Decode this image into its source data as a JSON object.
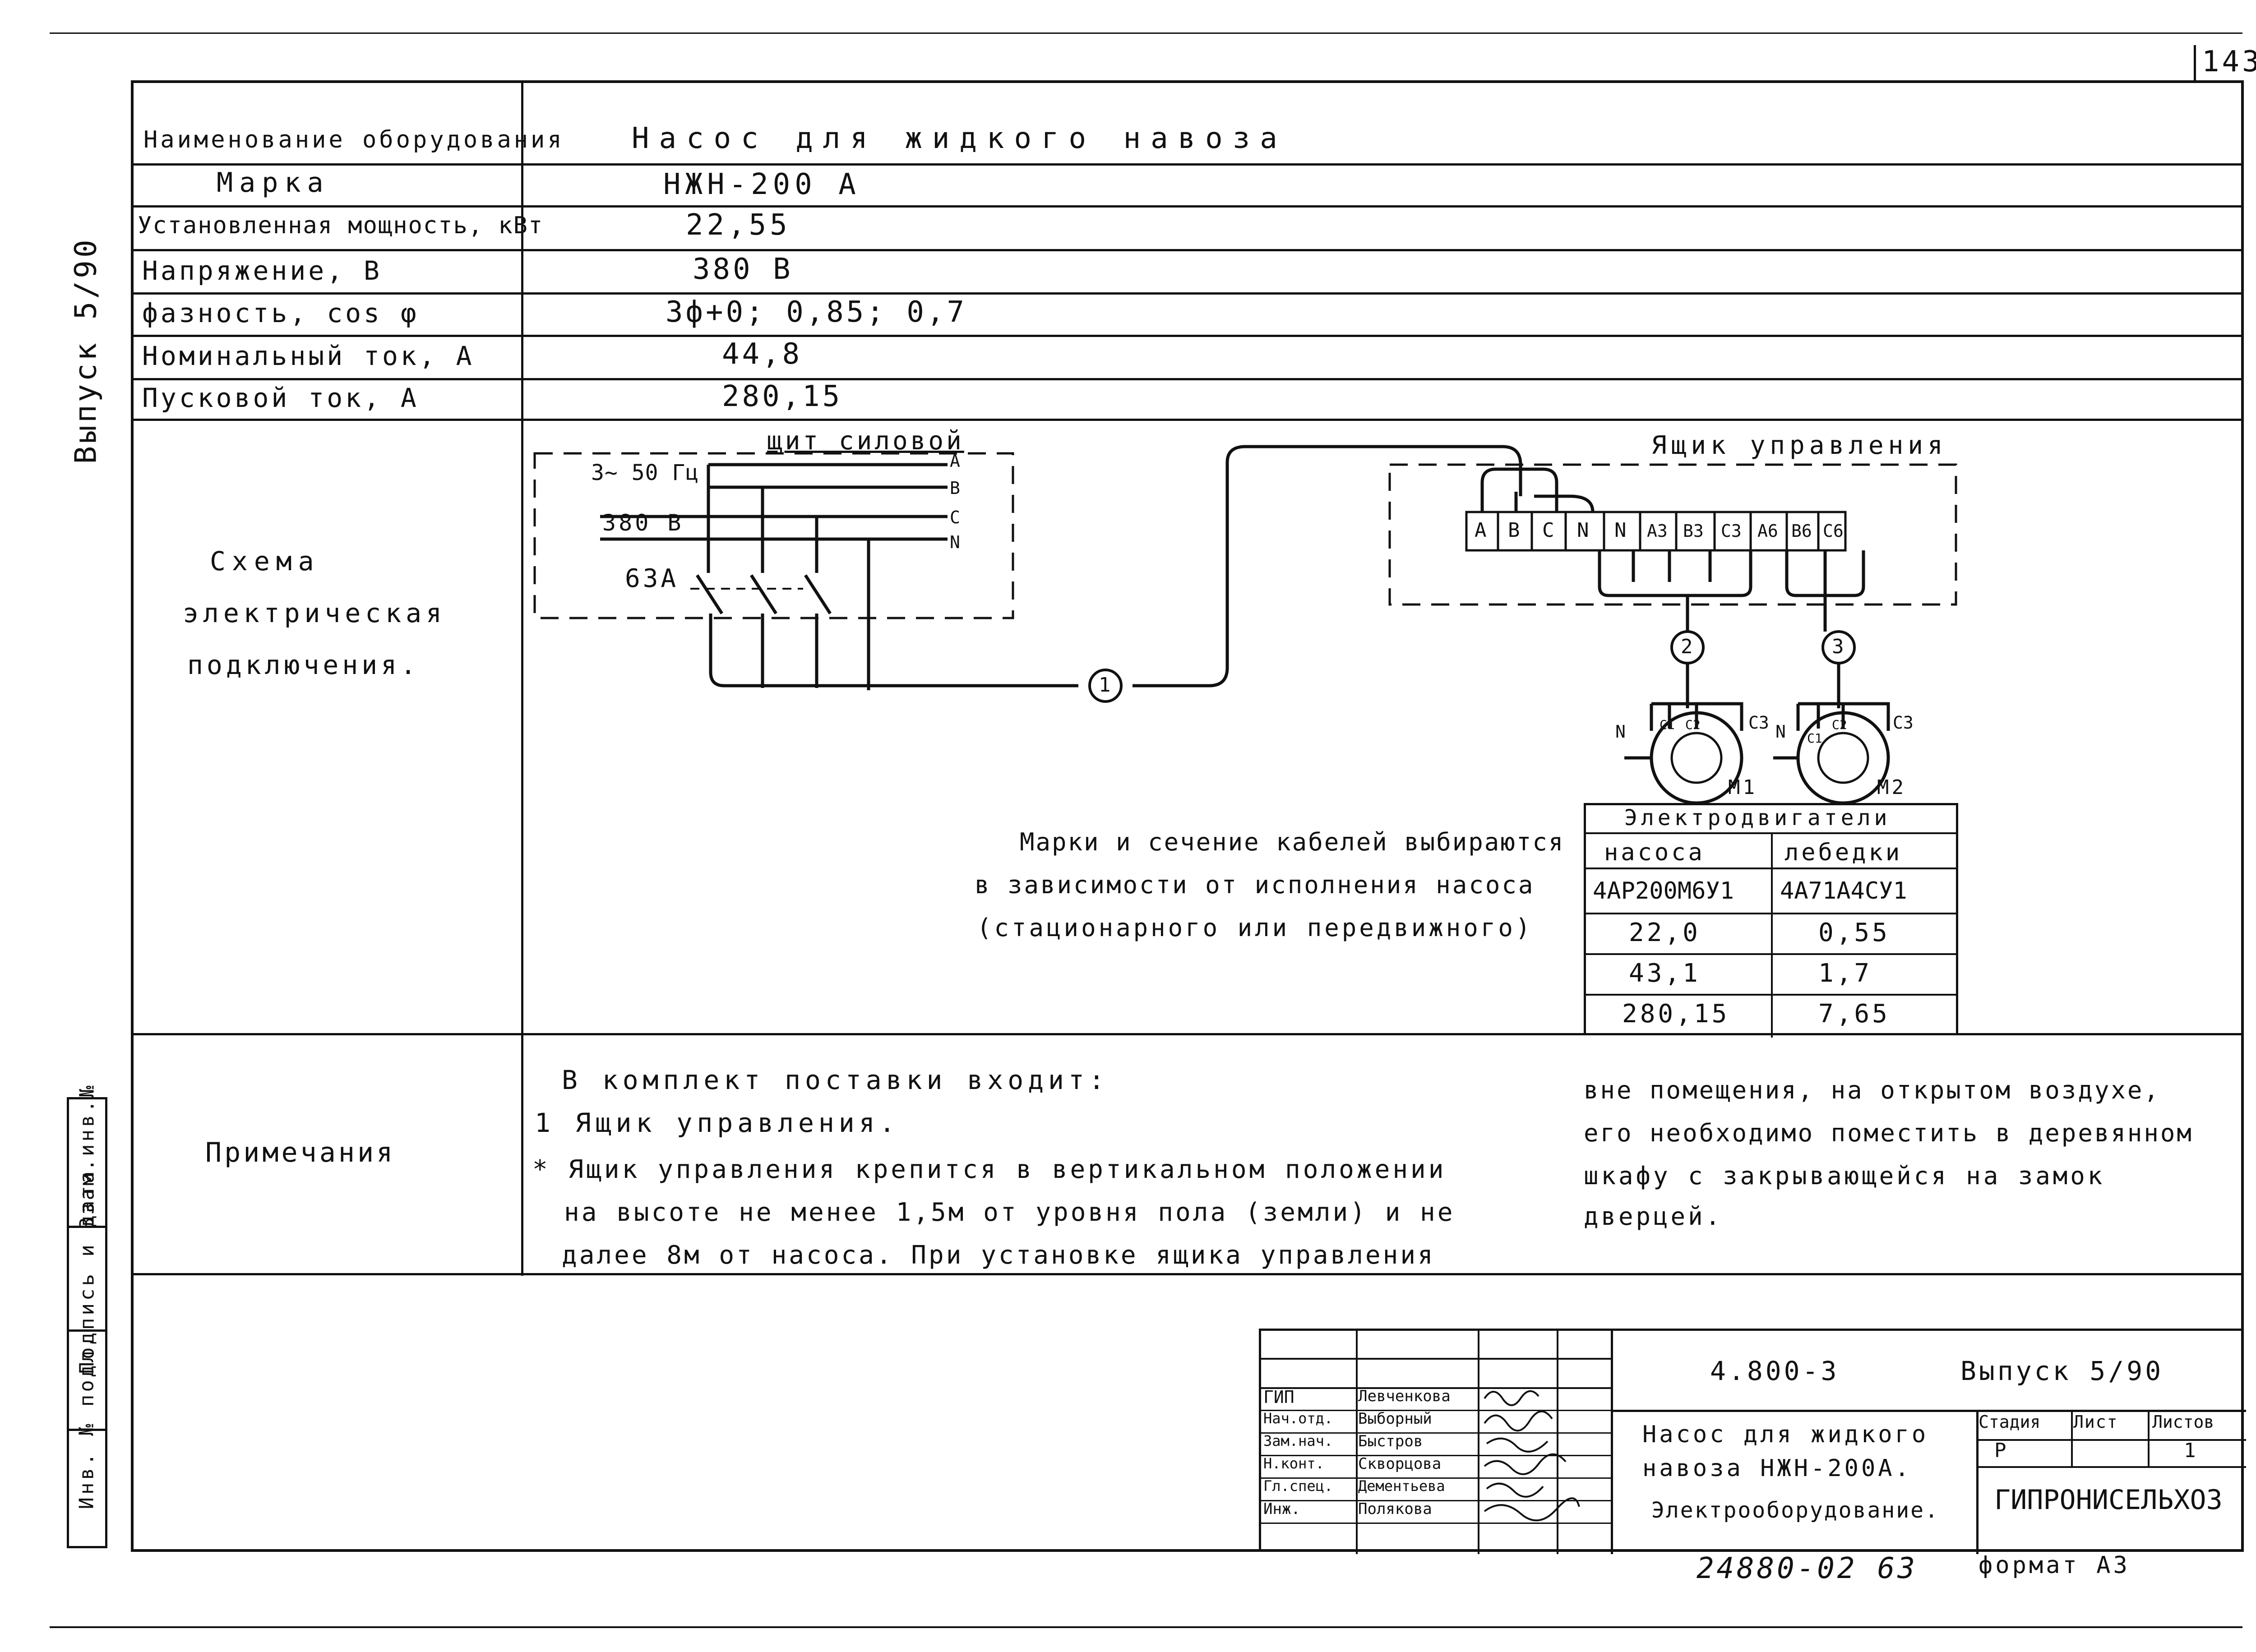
{
  "page_number": "143",
  "side_label": "Выпуск 5/90",
  "rows": [
    {
      "label": "Наименование оборудования",
      "value": "Насос для жидкого навоза"
    },
    {
      "label": "Марка",
      "value": "НЖН-200 А"
    },
    {
      "label": "Установленная мощность, кВт",
      "value": "22,55"
    },
    {
      "label": "Напряжение, В",
      "value": "380 В"
    },
    {
      "label": "фазность, cos φ",
      "value": "3ф+0; 0,85; 0,7"
    },
    {
      "label": "Номинальный ток, А",
      "value": "44,8"
    },
    {
      "label": "Пусковой ток, А",
      "value": "280,15"
    }
  ],
  "scheme": {
    "label_line1": "Схема",
    "label_line2": "электрическая",
    "label_line3": "подключения.",
    "panel_title": "щит силовой",
    "freq": "3~ 50 Гц",
    "voltage": "380 В",
    "breaker": "63А",
    "phases": [
      "A",
      "B",
      "C",
      "N"
    ],
    "box_title": "Ящик управления",
    "terminals": [
      "A",
      "B",
      "C",
      "N",
      "N",
      "A3",
      "B3",
      "C3",
      "A6",
      "B6",
      "C6"
    ],
    "cable_1": "1",
    "cable_2": "2",
    "cable_3": "3",
    "motor_1": "M1",
    "motor_2": "M2",
    "motor_terminals": {
      "n": "N",
      "c1": "C1",
      "c2": "C2",
      "c3": "C3"
    },
    "cable_note": [
      "Марки и сечение кабелей выбираются",
      "в зависимости от исполнения насоса",
      "(стационарного или передвижного)"
    ]
  },
  "motors_table": {
    "title": "Электродвигатели",
    "headers": [
      "насоса",
      "лебедки"
    ],
    "rows": [
      [
        "4АР200М6У1",
        "4А71А4СУ1"
      ],
      [
        "22,0",
        "0,55"
      ],
      [
        "43,1",
        "1,7"
      ],
      [
        "280,15",
        "7,65"
      ]
    ]
  },
  "notes": {
    "label": "Примечания",
    "left": [
      "В комплект поставки входит:",
      "1 Ящик управления.",
      "* Ящик управления крепится в вертикальном положении",
      "на высоте не менее 1,5м от уровня пола (земли) и не",
      "далее 8м от насоса. При установке ящика управления"
    ],
    "right": [
      "вне помещения, на открытом воздухе,",
      "его необходимо поместить в деревянном",
      "шкафу с закрывающейся на замок",
      "дверцей."
    ]
  },
  "stamp": {
    "code": "4.800-3",
    "issue": "Выпуск 5/90",
    "title": [
      "Насос для жидкого",
      "навоза НЖН-200А.",
      "Электрооборудование."
    ],
    "stage_headers": [
      "Стадия",
      "Лист",
      "Листов"
    ],
    "stage_values": [
      "Р",
      "",
      "1"
    ],
    "org": "ГИПРОНИСЕЛЬХОЗ",
    "people": [
      {
        "role": "ГИП",
        "name": "Левченкова"
      },
      {
        "role": "Нач.отд.",
        "name": "Выборный"
      },
      {
        "role": "Зам.нач.",
        "name": "Быстров"
      },
      {
        "role": "Н.конт.",
        "name": "Скворцова"
      },
      {
        "role": "Гл.спец.",
        "name": "Дементьева"
      },
      {
        "role": "Инж.",
        "name": "Полякова"
      }
    ]
  },
  "margin_labels": [
    "Инв. № подл.",
    "Подпись и дата",
    "Взам.инв.№"
  ],
  "drawing_number": "24880-02 63",
  "format": "формат А3"
}
